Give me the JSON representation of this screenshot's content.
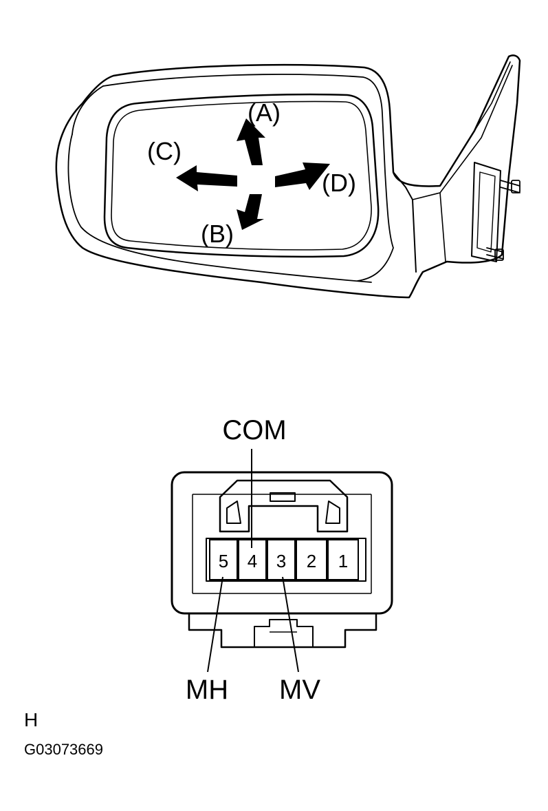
{
  "mirror": {
    "directions": {
      "up": "(A)",
      "down": "(B)",
      "left": "(C)",
      "right": "(D)"
    }
  },
  "connector": {
    "pins": [
      "5",
      "4",
      "3",
      "2",
      "1"
    ],
    "labels": {
      "com": "COM",
      "mh": "MH",
      "mv": "MV"
    }
  },
  "footer": {
    "side_code": "H",
    "figure_id": "G03073669"
  },
  "colors": {
    "line": "#000000",
    "background": "#ffffff"
  }
}
